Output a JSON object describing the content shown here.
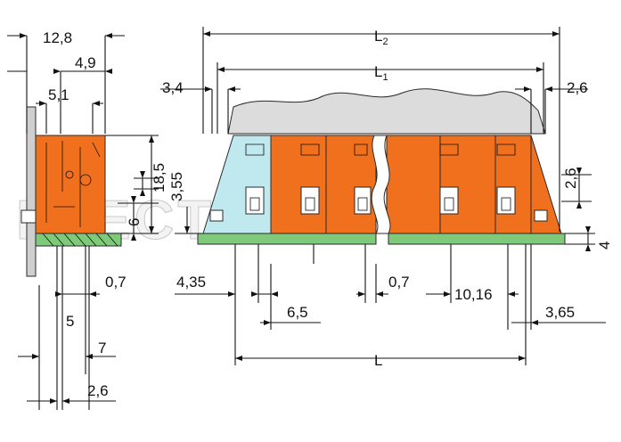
{
  "colors": {
    "orange": "#f0701e",
    "orange_dark": "#c85516",
    "light_blue": "#bfe9ef",
    "green": "#7ec97a",
    "green_dark": "#4f9b4b",
    "gray_panel": "#dcdcdc",
    "clamp_yellow": "#f4d27a"
  },
  "watermark": "ELECTRO",
  "side_view": {
    "dims": {
      "overall_depth": "12,8",
      "depth_b": "4,9",
      "depth_c": "5,1",
      "overall_height": "18,5",
      "height_b": "3,55",
      "height_c": "6",
      "pin_dia": "0,7",
      "pin_a": "5",
      "pin_b": "7",
      "pin_c": "2,6"
    }
  },
  "front_view": {
    "dims": {
      "length_overall": "L",
      "length_overall_sub": "2",
      "length_mid": "L",
      "length_mid_sub": "1",
      "length_pitch_total": "L",
      "left_offset": "3,4",
      "right_offset": "2,6",
      "right_height": "2,6",
      "right_pcb": "4",
      "left_edge": "4,35",
      "pin_offset": "6,5",
      "pin_dia": "0,7",
      "pitch": "10,16",
      "right_edge": "3,65"
    }
  }
}
